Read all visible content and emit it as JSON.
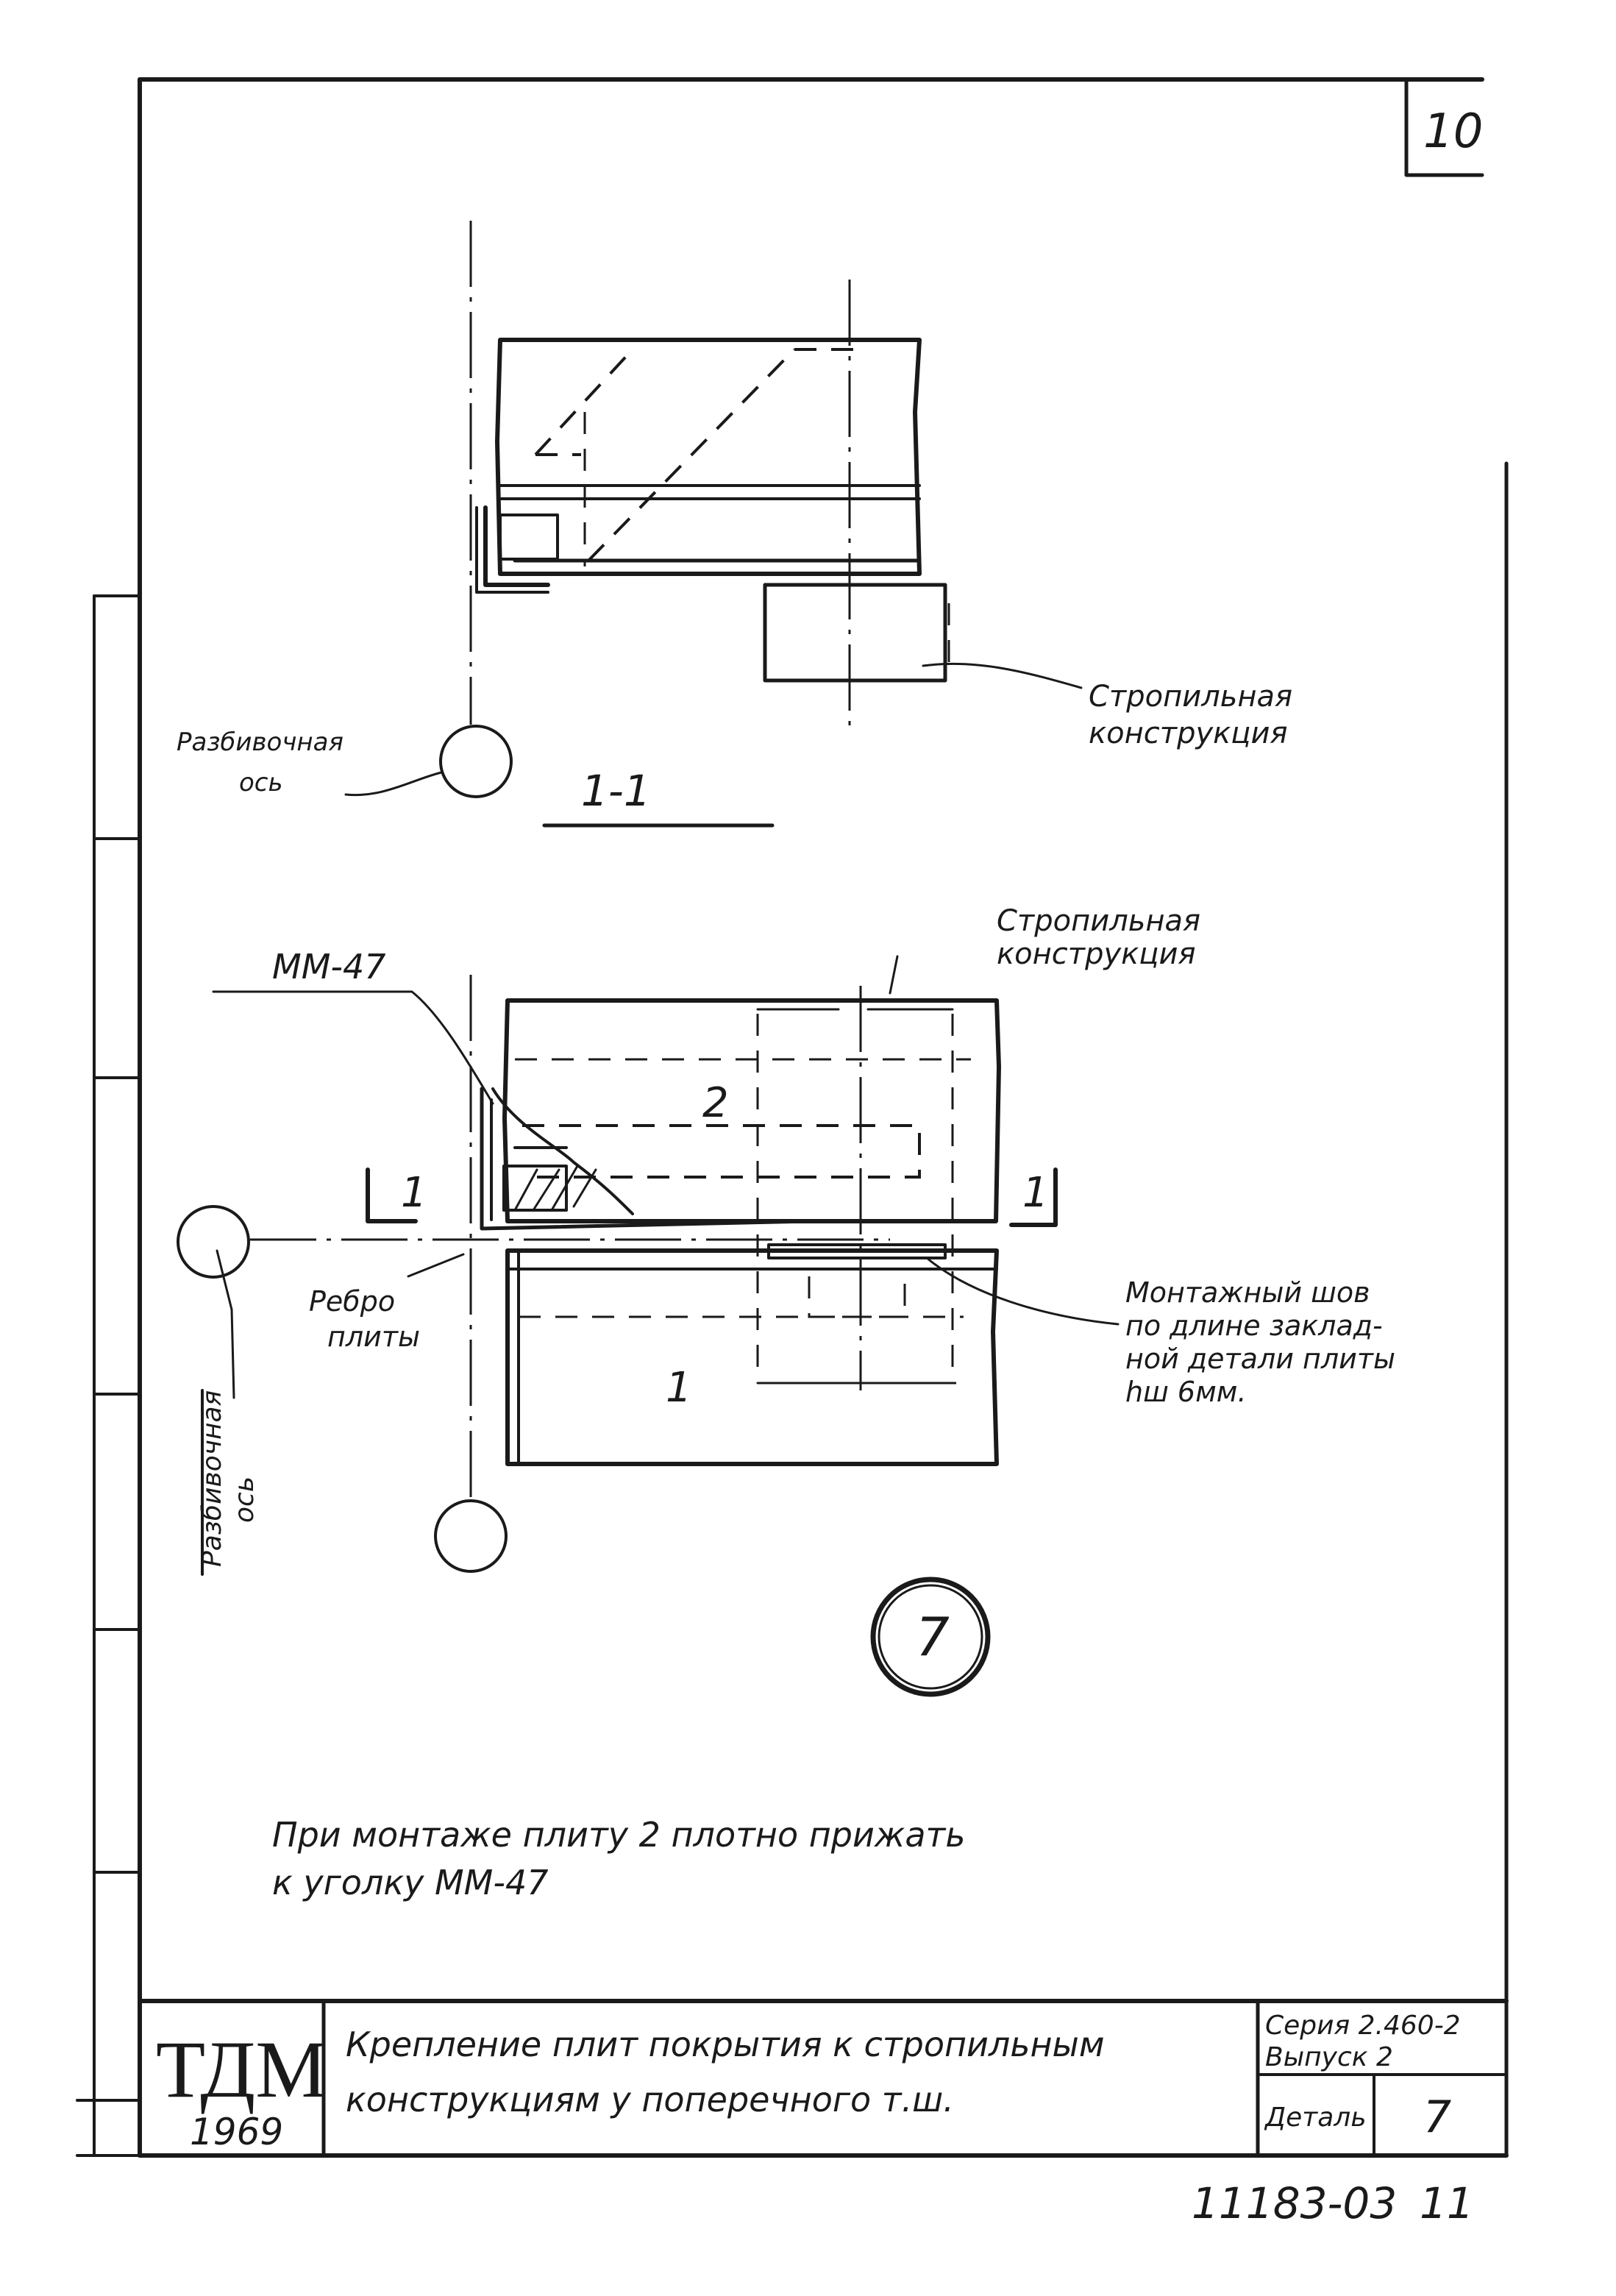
{
  "sheet": {
    "page_number": "10",
    "bottom_code": "11183-03",
    "bottom_page": "11"
  },
  "section_view": {
    "section_label": "1-1",
    "rafter_label_line1": "Стропильная",
    "rafter_label_line2": "конструкция",
    "axis_label_line1": "Разбивочная",
    "axis_label_line2": "ось"
  },
  "plan_view": {
    "angle_label": "ММ-47",
    "rafter_label_line1": "Стропильная",
    "rafter_label_line2": "конструкция",
    "slab_2": "2",
    "slab_1": "1",
    "cut_left": "1",
    "cut_right": "1",
    "rib_label_line1": "Ребро",
    "rib_label_line2": "плиты",
    "axis_label_line1": "Разбивочная",
    "axis_label_line2": "ось",
    "weld_line1": "Монтажный шов",
    "weld_line2": "по длине заклад-",
    "weld_line3": "ной детали плиты",
    "weld_line4": "hш 6мм.",
    "detail_number": "7"
  },
  "note": {
    "line1": "При монтаже плиту 2 плотно прижать",
    "line2": "к уголку ММ-47"
  },
  "title_block": {
    "logo": "ТДМ",
    "year": "1969",
    "title_line1": "Крепление плит покрытия к стропильным",
    "title_line2": "конструкциям у поперечного т.ш.",
    "series_line1": "Серия 2.460-2",
    "series_line2": "Выпуск 2",
    "detail_label": "Деталь",
    "detail_value": "7"
  }
}
